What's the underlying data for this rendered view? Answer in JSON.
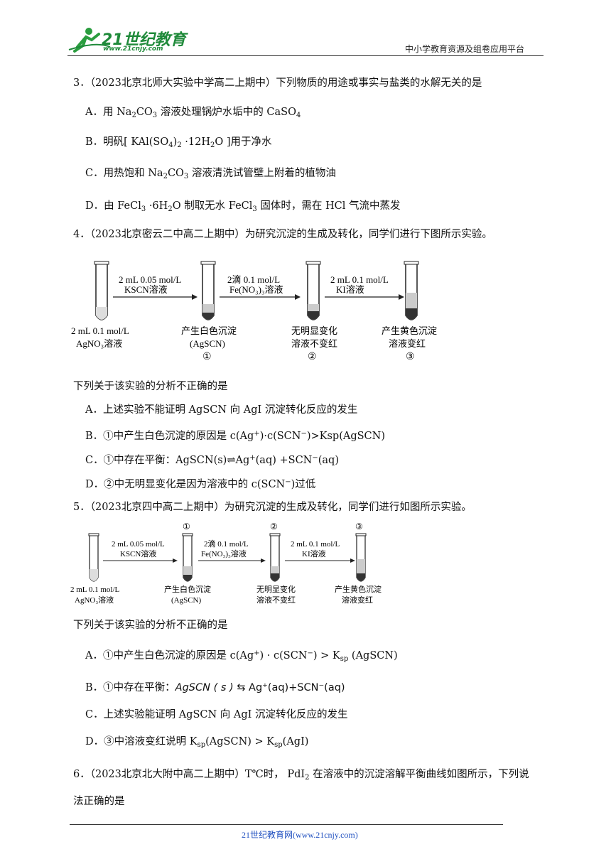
{
  "header": {
    "logo_main": "21世纪教育",
    "logo_url": "www.21cnjy.com",
    "right_text": "中小学教育资源及组卷应用平台"
  },
  "q3": {
    "stem": "3．（2023北京北师大实验中学高二上期中）下列物质的用途或事实与盐类的水解无关的是",
    "a_pre": "A．用",
    "a_post": "溶液处理锅炉水垢中的",
    "b_pre": "B．明矾",
    "b_post": "用于净水",
    "c_pre": "C．用热饱和",
    "c_post": "溶液清洗试管壁上附着的植物油",
    "d_pre": "D．由",
    "d_mid": "制取无水",
    "d_post": "固体时，需在 HCl 气流中蒸发"
  },
  "q4": {
    "stem": "4．（2023北京密云二中高二上期中）为研究沉淀的生成及转化，同学们进行下图所示实验。",
    "diagram": {
      "start_label_1": "2 mL 0.1 mol/L",
      "start_label_2": "AgNO₃溶液",
      "step1_top": "2 mL 0.05 mol/L",
      "step1_bottom": "KSCN溶液",
      "tube1_label_1": "产生白色沉淀",
      "tube1_label_2": "(AgSCN)",
      "tube1_num": "①",
      "step2_top": "2滴 0.1 mol/L",
      "step2_bottom": "Fe(NO₃)₃溶液",
      "tube2_label_1": "无明显变化",
      "tube2_label_2": "溶液不变红",
      "tube2_num": "②",
      "step3_top": "2 mL 0.1 mol/L",
      "step3_bottom": "KI溶液",
      "tube3_label_1": "产生黄色沉淀",
      "tube3_label_2": "溶液变红",
      "tube3_num": "③"
    },
    "lead": "下列关于该实验的分析不正确的是",
    "a": "A．上述实验不能证明 AgSCN 向 AgI 沉淀转化反应的发生",
    "b_pre": "B．①中产生白色沉淀的原因是 c(Ag",
    "b_post": ")·c(SCN",
    "b_end": ")>Ksp(AgSCN)",
    "c_pre": "C．①中存在平衡：AgSCN(s)",
    "c_post": "Ag",
    "c_end": "(aq) +SCN",
    "c_tail": "(aq)",
    "d_pre": "D．②中无明显变化是因为溶液中的 c(SCN",
    "d_post": ")过低"
  },
  "q5": {
    "stem": "5．（2023北京四中高二上期中）为研究沉淀的生成及转化，同学们进行如图所示实验。",
    "diagram": {
      "start_label_1": "2 mL 0.1 mol/L",
      "start_label_2": "AgNO₃溶液",
      "step1_top": "2 mL 0.05 mol/L",
      "step1_bottom": "KSCN溶液",
      "tube1_num": "①",
      "tube1_label_1": "产生白色沉淀",
      "tube1_label_2": "(AgSCN)",
      "step2_top": "2滴 0.1 mol/L",
      "step2_bottom": "Fe(NO₃)₃溶液",
      "tube2_num": "②",
      "tube2_label_1": "无明显变化",
      "tube2_label_2": "溶液不变红",
      "step3_top": "2 mL 0.1 mol/L",
      "step3_bottom": "KI溶液",
      "tube3_num": "③",
      "tube3_label_1": "产生黄色沉淀",
      "tube3_label_2": "溶液变红"
    },
    "lead": "下列关于该实验的分析不正确的是",
    "a_pre": "A．①中产生白色沉淀的原因是",
    "b_pre": "B．①中存在平衡：",
    "b_italic": "AgSCN ( s )",
    "b_post": " ⇆ Ag⁺(aq)+SCN⁻(aq)",
    "c": "C．上述实验能证明 AgSCN 向 AgI 沉淀转化反应的发生",
    "d_pre": "D．③中溶液变红说明"
  },
  "q6": {
    "stem_1": "6．（2023北京北大附中高二上期中）T℃时，",
    "stem_2": "在溶液中的沉淀溶解平衡曲线如图所示，下列说",
    "stem_3": "法正确的是"
  },
  "footer": {
    "text": "21世纪教育网(www.21cnjy.com)"
  }
}
